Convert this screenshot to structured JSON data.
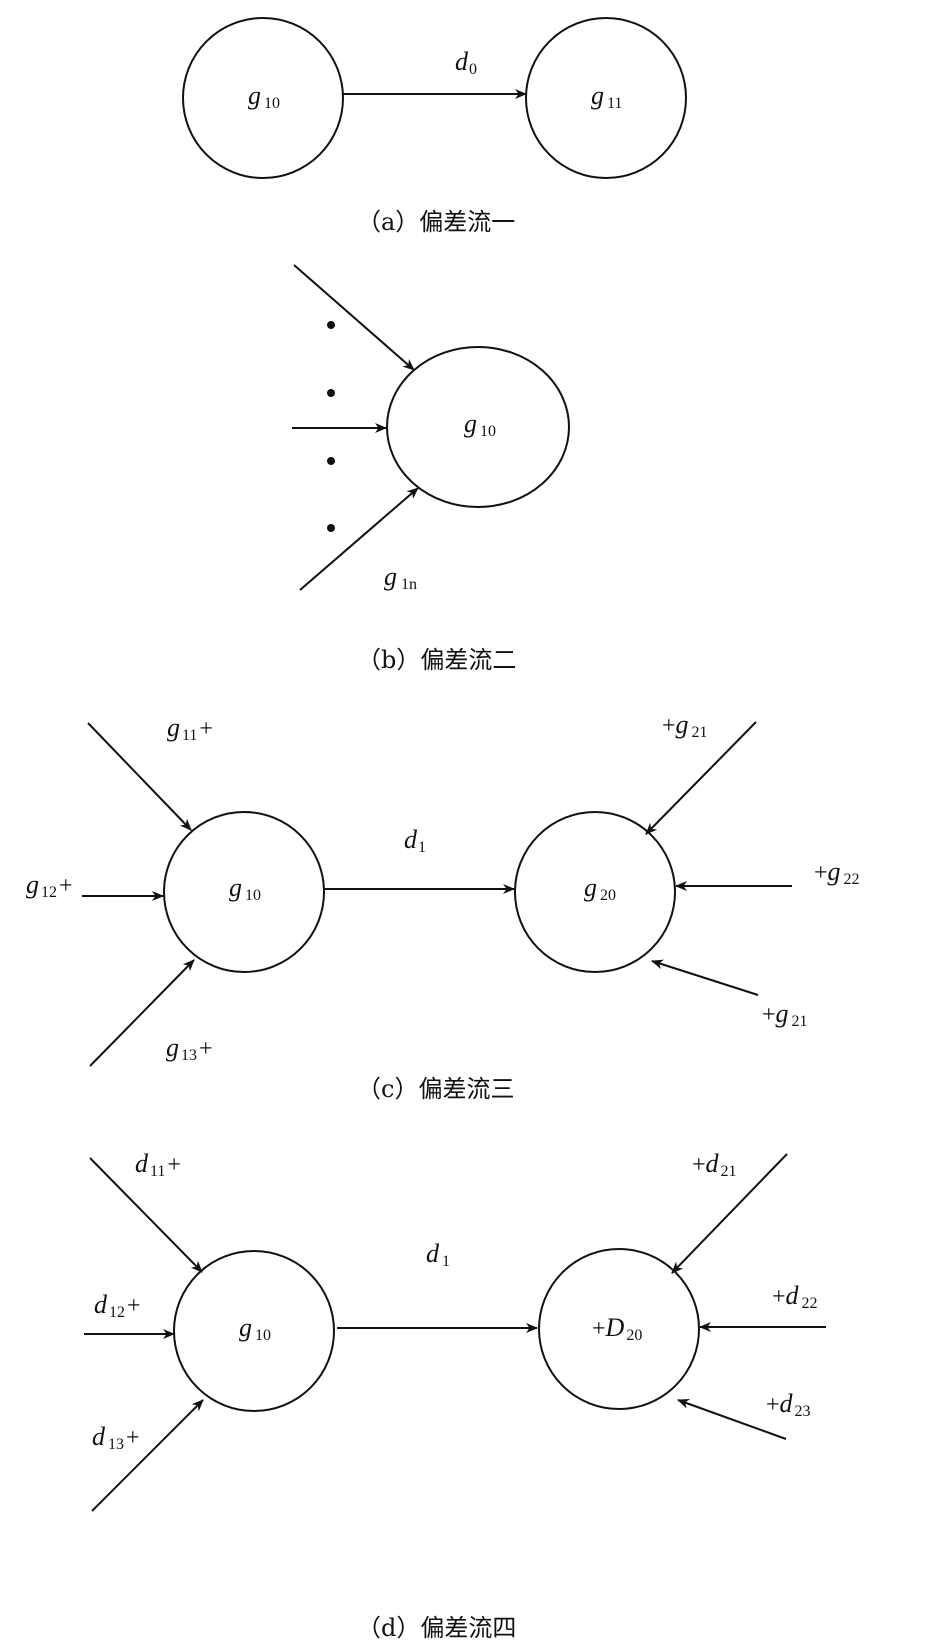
{
  "captions": {
    "a": "（a）偏差流一",
    "b": "（b）偏差流二",
    "c": "（c）偏差流三",
    "d": "（d）偏差流四"
  },
  "flow_a": {
    "node_left": {
      "sym": "g",
      "sub": "10"
    },
    "node_right": {
      "sym": "g",
      "sub": "11"
    },
    "edge": {
      "sym": "d",
      "sub": "0"
    }
  },
  "flow_b": {
    "node": {
      "sym": "g",
      "sub": "10"
    },
    "input": {
      "sym": "g",
      "sub": "1n"
    }
  },
  "flow_c": {
    "node_left": {
      "sym": "g",
      "sub": "10"
    },
    "node_right": {
      "sym": "g",
      "sub": "20"
    },
    "edge": {
      "sym": "d",
      "sub": "1"
    },
    "in_left": [
      {
        "sym": "g",
        "sub": "11",
        "suffix": "+"
      },
      {
        "sym": "g",
        "sub": "12",
        "suffix": "+"
      },
      {
        "sym": "g",
        "sub": "13",
        "suffix": "+"
      }
    ],
    "in_right": [
      {
        "prefix": "+",
        "sym": "g",
        "sub": "21"
      },
      {
        "prefix": "+",
        "sym": "g",
        "sub": "22"
      },
      {
        "prefix": "+",
        "sym": "g",
        "sub": "21"
      }
    ]
  },
  "flow_d": {
    "node_left": {
      "sym": "g",
      "sub": "10"
    },
    "node_right": {
      "prefix": "+",
      "sym": "D",
      "sub": "20"
    },
    "edge": {
      "sym": "d",
      "sub": "1"
    },
    "in_left": [
      {
        "sym": "d",
        "sub": "11",
        "suffix": "+"
      },
      {
        "sym": "d",
        "sub": "12",
        "suffix": "+"
      },
      {
        "sym": "d",
        "sub": "13",
        "suffix": "+"
      }
    ],
    "in_right": [
      {
        "prefix": "+",
        "sym": "d",
        "sub": "21"
      },
      {
        "prefix": "+",
        "sym": "d",
        "sub": "22"
      },
      {
        "prefix": "+",
        "sym": "d",
        "sub": "23"
      }
    ]
  }
}
